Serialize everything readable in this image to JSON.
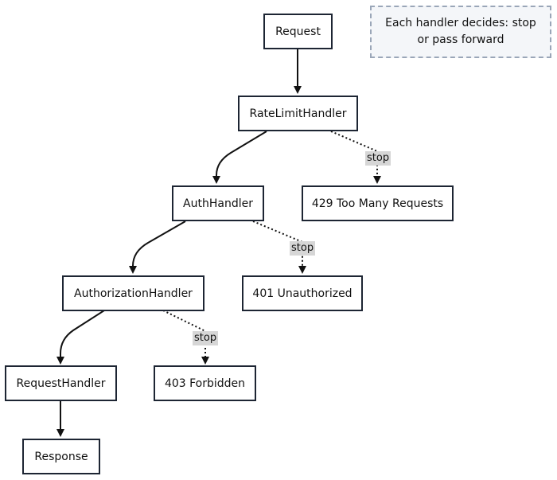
{
  "nodes": {
    "request": "Request",
    "rate_limit_handler": "RateLimitHandler",
    "auth_handler": "AuthHandler",
    "authorization_handler": "AuthorizationHandler",
    "request_handler": "RequestHandler",
    "response": "Response",
    "too_many_requests": "429 Too Many Requests",
    "unauthorized": "401 Unauthorized",
    "forbidden": "403 Forbidden"
  },
  "edge_labels": {
    "stop_429": "stop",
    "stop_401": "stop",
    "stop_403": "stop"
  },
  "note": "Each handler decides: stop or pass forward"
}
